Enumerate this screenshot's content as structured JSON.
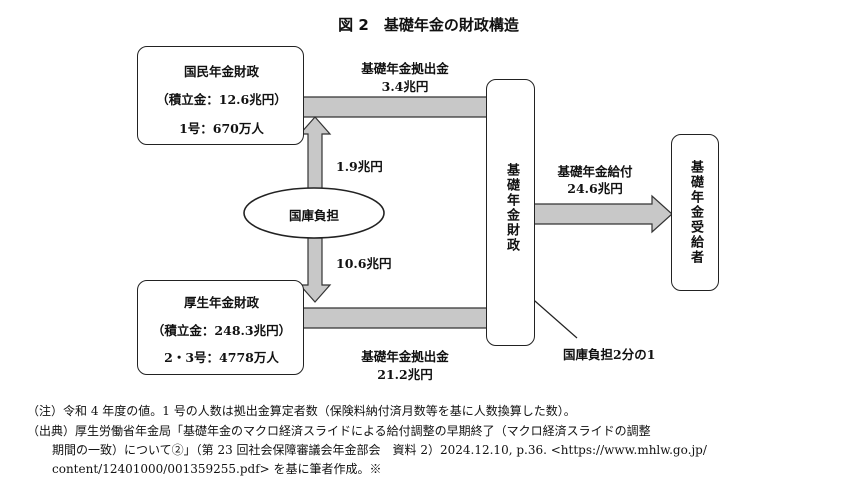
{
  "title": "図 2　基礎年金の財政構造",
  "kokumin_box": {
    "name": "国民年金財政",
    "reserve": "（積立金：12.6兆円）",
    "members": "1号：670万人"
  },
  "kousei_box": {
    "name": "厚生年金財政",
    "reserve": "（積立金：248.3兆円）",
    "members": "2・3号：4778万人"
  },
  "state_subsidy": "国庫負担",
  "kiso_fund": "基礎年金財政",
  "recipients": "基礎年金受給者",
  "flows": {
    "kokumin_contribution_label": "基礎年金拠出金",
    "kokumin_contribution_value": "3.4兆円",
    "kousei_contribution_label": "基礎年金拠出金",
    "kousei_contribution_value": "21.2兆円",
    "benefit_label": "基礎年金給付",
    "benefit_value": "24.6兆円",
    "subsidy_to_kokumin": "1.9兆円",
    "subsidy_to_kousei": "10.6兆円",
    "subsidy_half": "国庫負担2分の1"
  },
  "notes": {
    "note1": "（注）令和 4 年度の値。1 号の人数は拠出金算定者数（保険料納付済月数等を基に人数換算した数）。",
    "source_line1": "（出典）厚生労働省年金局「基礎年金のマクロ経済スライドによる給付調整の早期終了（マクロ経済スライドの調整",
    "source_line2": "期間の一致）について②」（第 23 回社会保障審議会年金部会　資料 2）2024.12.10, p.36. <https://www.mhlw.go.jp/",
    "source_line3": "content/12401000/001359255.pdf> を基に筆者作成。※"
  }
}
